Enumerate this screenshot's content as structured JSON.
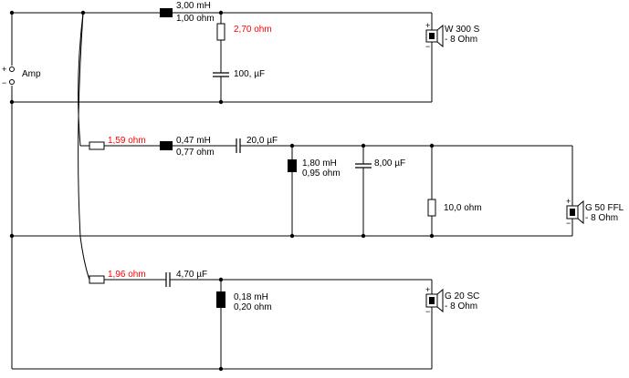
{
  "colors": {
    "wire": "#000000",
    "highlight": "#ff0000"
  },
  "amp": {
    "label": "Amp",
    "plus": "+",
    "minus": "−"
  },
  "tweeter_branch": {
    "inductor": {
      "value": "3,00 mH",
      "resistance": "1,00 ohm"
    },
    "resistor": {
      "value": "2,70 ohm",
      "color": "#ff0000"
    },
    "capacitor": {
      "value": "100, µF"
    },
    "speaker": {
      "name": "W 300 S",
      "impedance": "- 8 Ohm"
    }
  },
  "mid_branch": {
    "series_resistor": {
      "value": "1,59 ohm",
      "color": "#ff0000"
    },
    "inductor": {
      "value": "0,47 mH",
      "resistance": "0,77 ohm"
    },
    "capacitor": {
      "value": "20,0 µF"
    },
    "shunt_inductor": {
      "value": "1,80 mH",
      "resistance": "0,95 ohm"
    },
    "shunt_capacitor": {
      "value": "8,00 µF"
    },
    "shunt_resistor": {
      "value": "10,0 ohm"
    },
    "speaker": {
      "name": "G 50 FFL",
      "impedance": "- 8 Ohm"
    }
  },
  "low_branch": {
    "series_resistor": {
      "value": "1,96 ohm",
      "color": "#ff0000"
    },
    "capacitor": {
      "value": "4,70 µF"
    },
    "shunt_inductor": {
      "value": "0,18 mH",
      "resistance": "0,20 ohm"
    },
    "speaker": {
      "name": "G 20 SC",
      "impedance": "- 8 Ohm"
    }
  }
}
